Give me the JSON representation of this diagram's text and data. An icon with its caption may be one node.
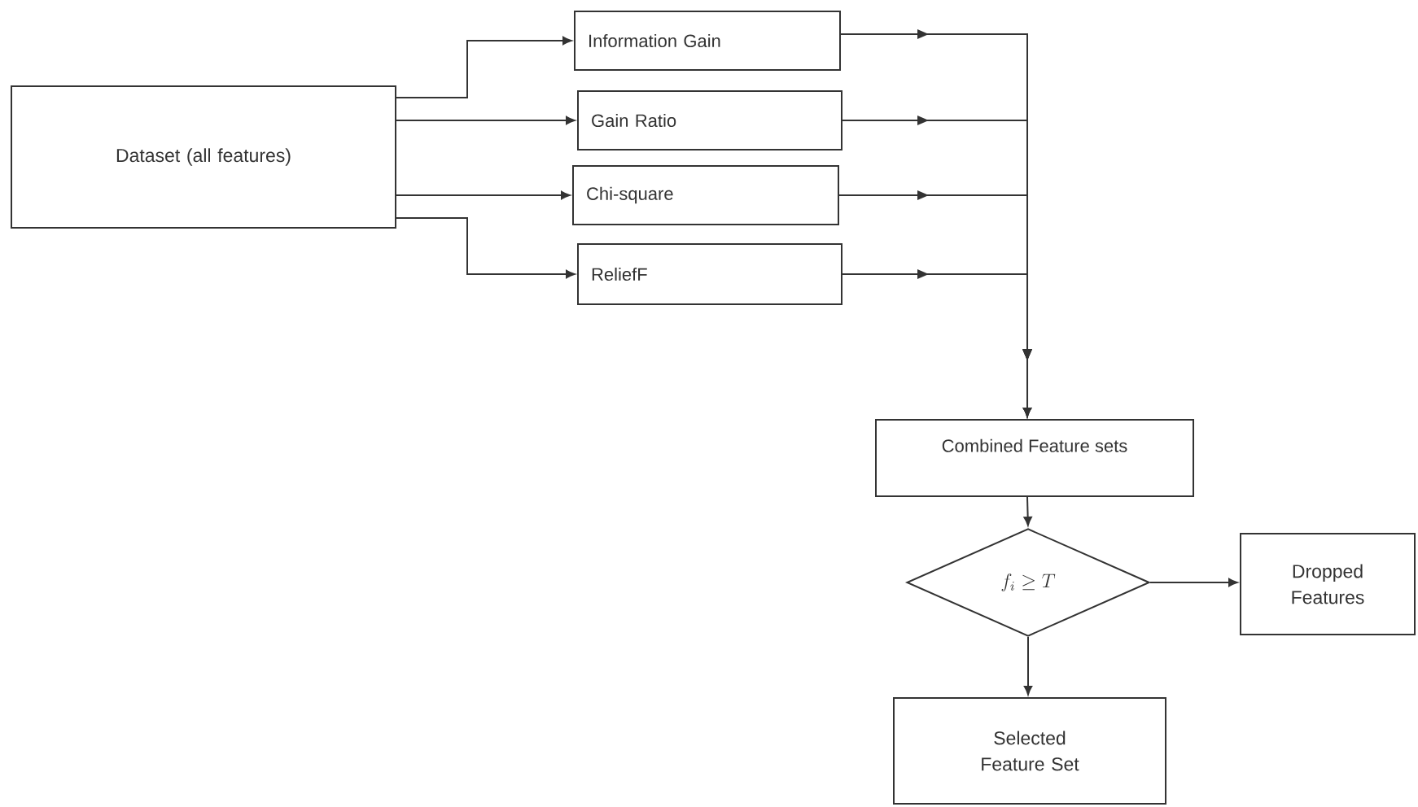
{
  "diagram": {
    "nodes": [
      {
        "text": [
          "Dataset (all features)"
        ]
      },
      {
        "text": [
          "Information Gain"
        ]
      },
      {
        "text": [
          "Gain Ratio"
        ]
      },
      {
        "text": [
          "Chi-square"
        ]
      },
      {
        "text": [
          "ReliefF"
        ]
      },
      {
        "text": [
          "Combined Feature sets"
        ]
      },
      {
        "text": [
          "f_i \\geq T"
        ]
      },
      {
        "text": [
          "Dropped Features"
        ]
      },
      {
        "text": [
          "Selected Feature Set"
        ]
      }
    ],
    "edges": [
      {
        "from": 0,
        "to": 1,
        "arrow": "to"
      },
      {
        "from": 0,
        "to": 2,
        "arrow": "to"
      },
      {
        "from": 0,
        "to": 3,
        "arrow": "to"
      },
      {
        "from": 0,
        "to": 4,
        "arrow": "to"
      },
      {
        "from": 1,
        "to": 5,
        "arrow": "to"
      },
      {
        "from": 2,
        "to": 5,
        "arrow": "to"
      },
      {
        "from": 3,
        "to": 5,
        "arrow": "to"
      },
      {
        "from": 4,
        "to": 5,
        "arrow": "to"
      },
      {
        "from": 5,
        "to": 6,
        "arrow": "to"
      },
      {
        "from": 6,
        "to": 7,
        "arrow": "to"
      },
      {
        "from": 6,
        "to": 8,
        "arrow": "to"
      }
    ]
  }
}
